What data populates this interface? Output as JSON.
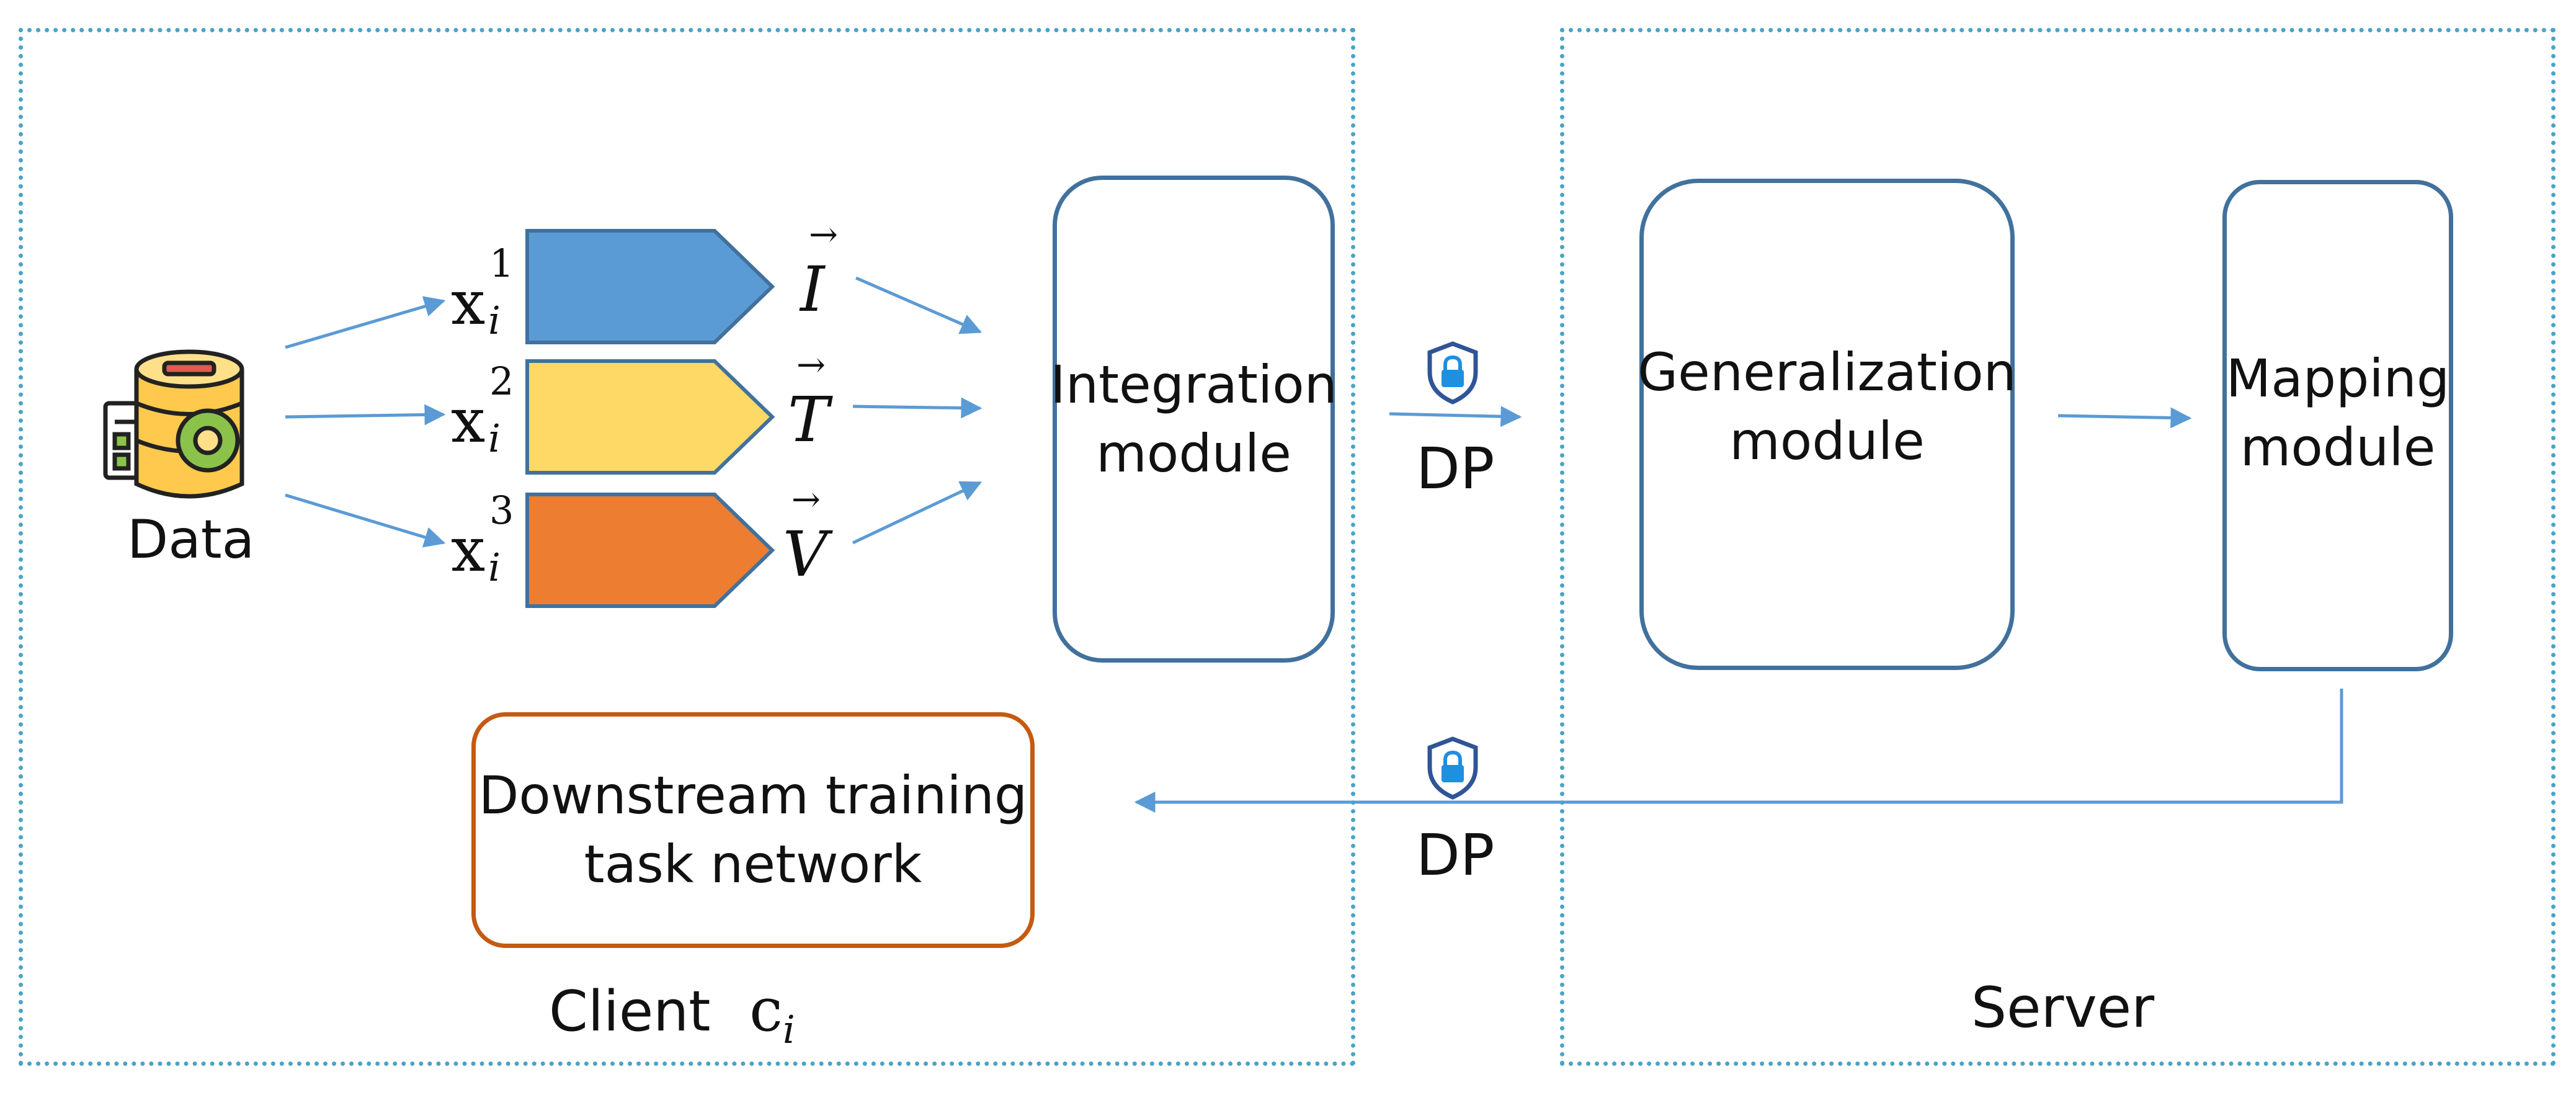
{
  "client": {
    "label": "Client",
    "subscript": "c",
    "subscript_index": "i",
    "data_label": "Data",
    "inputs": [
      {
        "var": "x",
        "sup": "1",
        "sub": "i",
        "vector": "I",
        "color": "#5b9bd5"
      },
      {
        "var": "x",
        "sup": "2",
        "sub": "i",
        "vector": "T",
        "color": "#ffd966"
      },
      {
        "var": "x",
        "sup": "3",
        "sub": "i",
        "vector": "V",
        "color": "#ed7d31"
      }
    ],
    "integration_module": {
      "line1": "Integration",
      "line2": "module"
    },
    "downstream": {
      "line1": "Downstream training",
      "line2": "task network"
    }
  },
  "server": {
    "label": "Server",
    "generalization_module": {
      "line1": "Generalization",
      "line2": "module"
    },
    "mapping_module": {
      "line1": "Mapping",
      "line2": "module"
    }
  },
  "links": {
    "upload_label": "DP",
    "download_label": "DP"
  },
  "colors": {
    "frame": "#4aa3c7",
    "arrow": "#5b9bd5",
    "module_border": "#41719c",
    "downstream_border": "#c55a11",
    "lock_shield": "#2f5597",
    "lock_body": "#1f8fe0"
  }
}
